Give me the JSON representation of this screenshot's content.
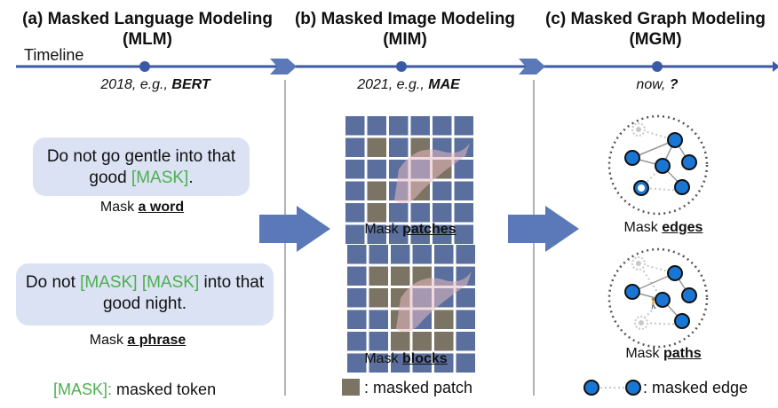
{
  "columns": [
    {
      "title_line1": "(a) Masked Language Modeling",
      "title_line2": "(MLM)",
      "era_prefix": "2018, e.g., ",
      "era_model": "BERT"
    },
    {
      "title_line1": "(b) Masked Image Modeling",
      "title_line2": "(MIM)",
      "era_prefix": "2021, e.g., ",
      "era_model": "MAE"
    },
    {
      "title_line1": "(c) Masked Graph Modeling",
      "title_line2": "(MGM)",
      "era_prefix": "now, ",
      "era_model": "?"
    }
  ],
  "timeline_label": "Timeline",
  "mlm": {
    "bubble1_text": "Do not go gentle into that good ",
    "bubble1_mask": "[MASK]",
    "bubble1_end": ".",
    "caption1_prefix": "Mask ",
    "caption1_bold": "a word",
    "bubble2_start": "Do not ",
    "bubble2_mask": "[MASK] [MASK]",
    "bubble2_end": " into that good night.",
    "caption2_prefix": "Mask ",
    "caption2_bold": "a phrase",
    "legend_mask": "[MASK]:",
    "legend_text": " masked token"
  },
  "mim": {
    "caption1_prefix": "Mask ",
    "caption1_bold": "patches",
    "caption2_prefix": "Mask ",
    "caption2_bold": "blocks",
    "legend_text": ": masked patch"
  },
  "mgm": {
    "caption1_prefix": "Mask ",
    "caption1_bold": "edges",
    "caption2_prefix": "Mask ",
    "caption2_bold": "paths",
    "legend_text": ": masked edge"
  },
  "colors": {
    "timeline": "#3b5aa6",
    "patch": "#5a6f9e",
    "masked_patch": "#7b7363",
    "node": "#1976d2",
    "masked_node": "#c8c8c8",
    "mask_text": "#4caf50",
    "bubble": "#dbe2f3",
    "arrow": "#5b78b8"
  }
}
